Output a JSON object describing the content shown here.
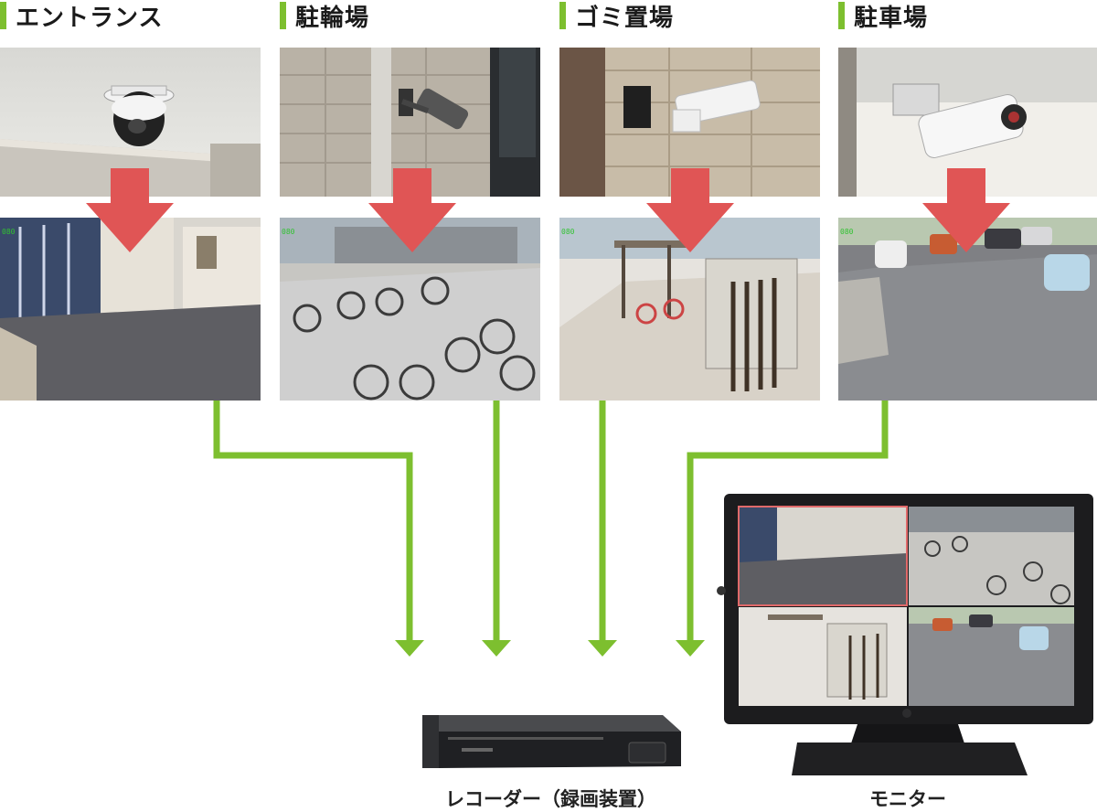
{
  "cameras": [
    {
      "id": "entrance",
      "label": "エントランス",
      "camera_type": "dome-camera",
      "view": "entrance-hall"
    },
    {
      "id": "bicycle",
      "label": "駐輪場",
      "camera_type": "bullet-camera",
      "view": "bicycle-parking"
    },
    {
      "id": "garbage",
      "label": "ゴミ置場",
      "camera_type": "box-camera",
      "view": "garbage-area"
    },
    {
      "id": "parking",
      "label": "駐車場",
      "camera_type": "ir-bullet-camera",
      "view": "car-parking"
    }
  ],
  "recorder": {
    "label": "レコーダー（録画装置）",
    "icon": "recorder-device-icon"
  },
  "monitor": {
    "label": "モニター",
    "icon": "monitor-icon",
    "layout": "quad-split"
  },
  "colors": {
    "accent": "#7dbf2f",
    "arrow": "#e05555",
    "text": "#222222"
  }
}
